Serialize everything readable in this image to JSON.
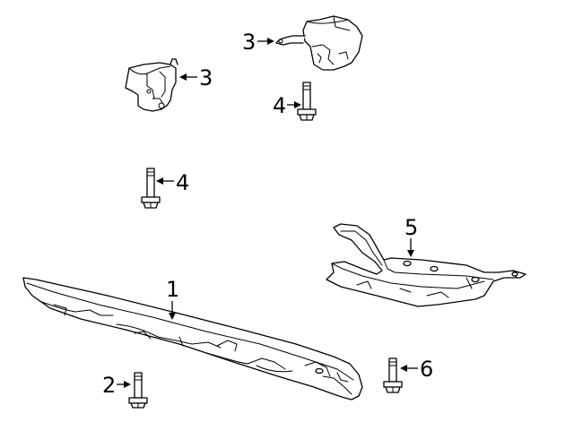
{
  "callouts": {
    "c1": "1",
    "c2": "2",
    "c3_top": "3",
    "c3_left": "3",
    "c4_top": "4",
    "c4_left": "4",
    "c5": "5",
    "c6": "6"
  }
}
